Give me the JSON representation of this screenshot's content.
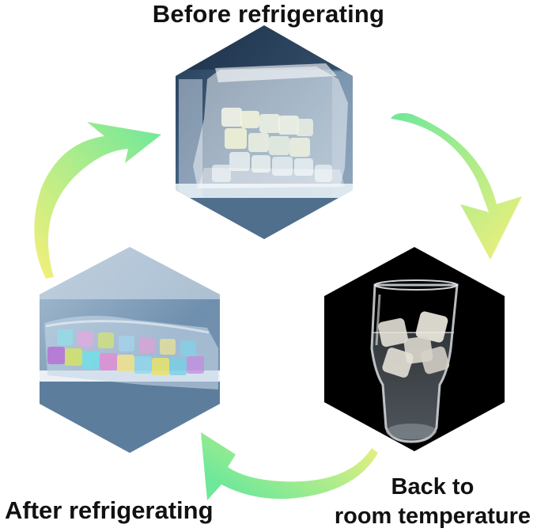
{
  "steps": [
    {
      "caption": "Before refrigerating",
      "photo": "bag-of-ice-cubes-in-freezer"
    },
    {
      "caption_line1": "Back to",
      "caption_line2": "room temperature",
      "photo": "ice-cubes-in-glass-of-water"
    },
    {
      "caption": "After refrigerating",
      "photo": "bag-of-colorful-cubes-on-fridge-shelf"
    }
  ],
  "arrows": {
    "gradient_start": "#F5F07A",
    "gradient_end": "#6EE89A"
  }
}
